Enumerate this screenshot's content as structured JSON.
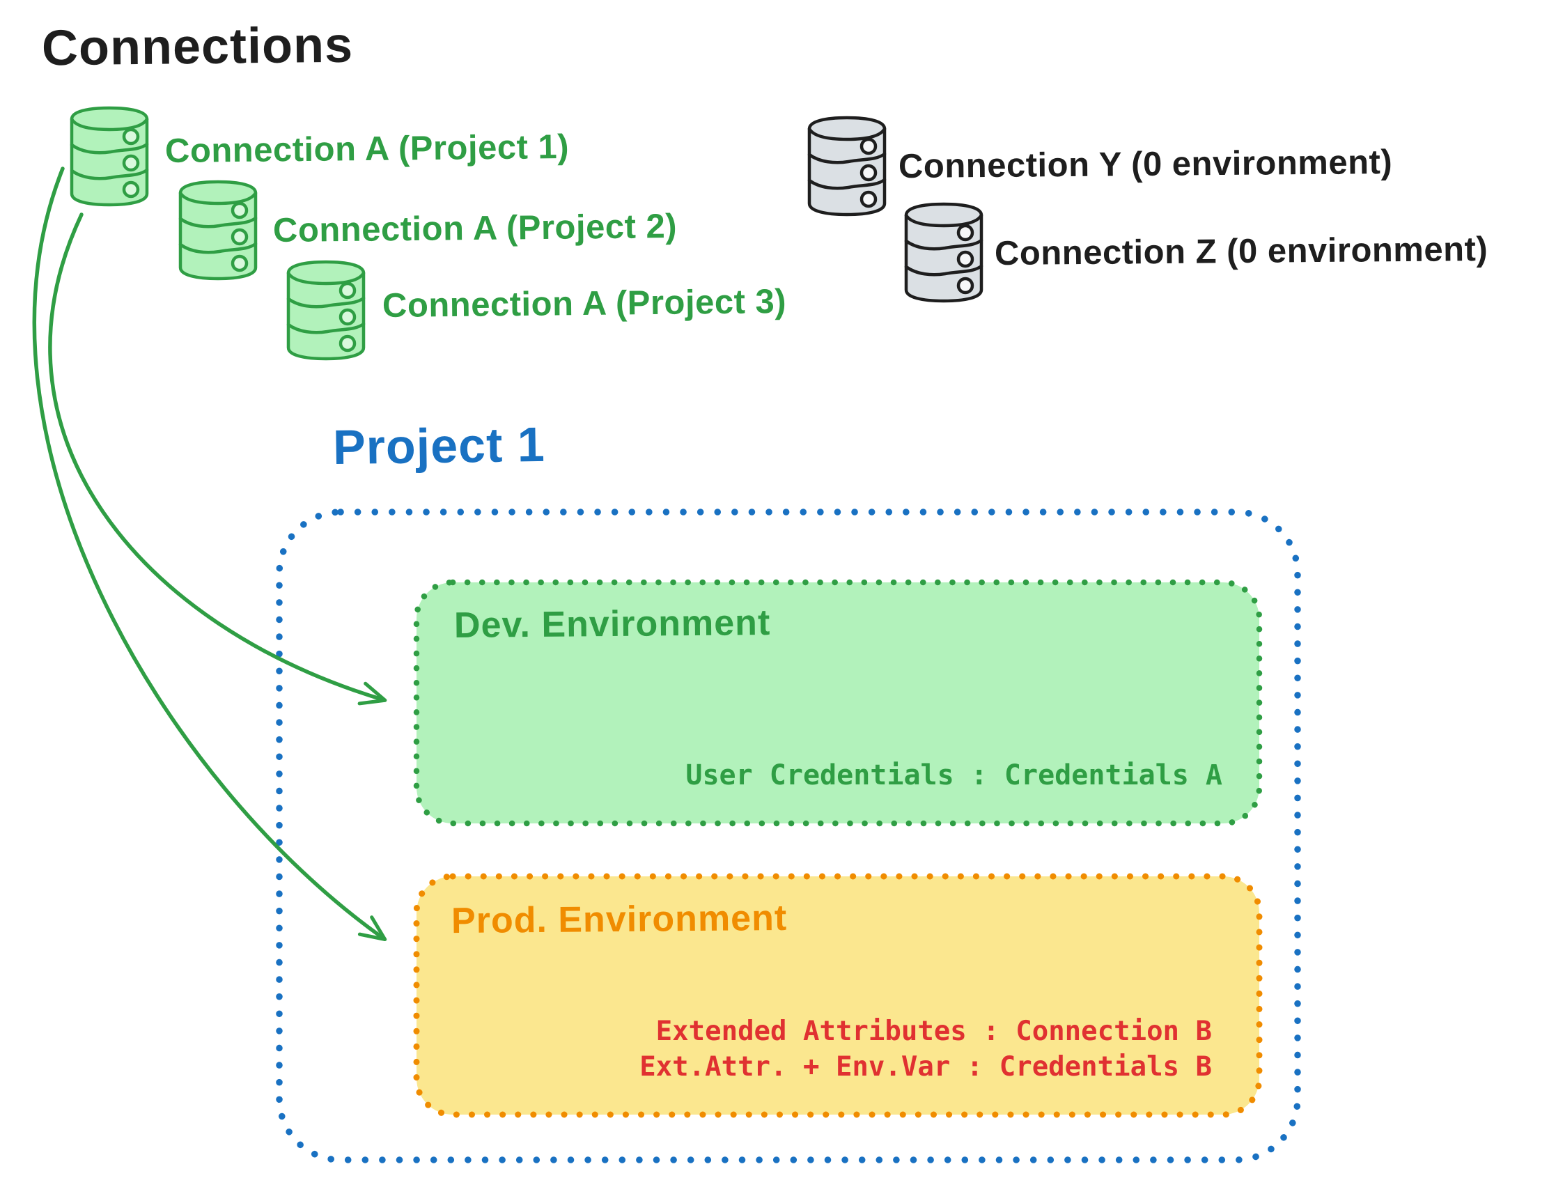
{
  "title": "Connections",
  "palette": {
    "ink": "#1e1e1e",
    "green_stroke": "#2f9e44",
    "green_fill": "#b2f2bb",
    "blue": "#1971c2",
    "orange_stroke": "#f08c00",
    "orange_fill": "#fbe78f",
    "red": "#e03131",
    "gray_fill": "#dbe0e4"
  },
  "green_connections": [
    {
      "label": "Connection A (Project 1)"
    },
    {
      "label": "Connection A (Project 2)"
    },
    {
      "label": "Connection A (Project 3)"
    }
  ],
  "gray_connections": [
    {
      "label": "Connection Y (0 environment)"
    },
    {
      "label": "Connection Z (0 environment)"
    }
  ],
  "project": {
    "title": "Project 1",
    "dev": {
      "title": "Dev. Environment",
      "mapping": "User Credentials : Credentials A"
    },
    "prod": {
      "title": "Prod. Environment",
      "mappings": [
        "Extended Attributes : Connection B",
        "Ext.Attr. + Env.Var : Credentials B"
      ]
    }
  }
}
